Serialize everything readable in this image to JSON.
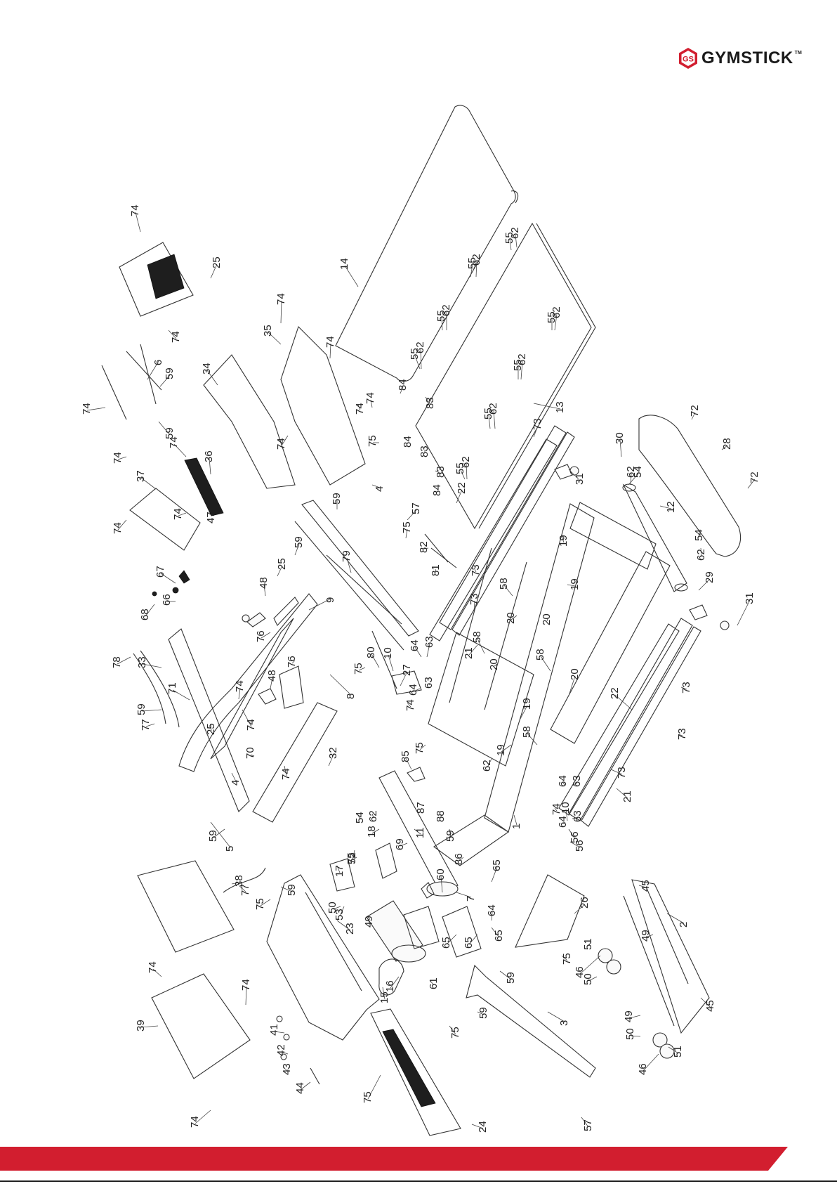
{
  "brand": {
    "name": "GYMSTICK",
    "trademark": "TM",
    "monogram": "GS",
    "accent_color": "#d21e2f",
    "text_color": "#1a1a1a"
  },
  "diagram": {
    "title": "Treadmill exploded parts view",
    "orientation": "rotated 90° (labels read bottom-to-top)",
    "callouts": [
      {
        "id": "c1",
        "label": "1"
      },
      {
        "id": "c2",
        "label": "2"
      },
      {
        "id": "c3",
        "label": "3"
      },
      {
        "id": "c4a",
        "label": "4"
      },
      {
        "id": "c4b",
        "label": "4"
      },
      {
        "id": "c5",
        "label": "5"
      },
      {
        "id": "c6",
        "label": "6"
      },
      {
        "id": "c7",
        "label": "7"
      },
      {
        "id": "c8",
        "label": "8"
      },
      {
        "id": "c9",
        "label": "9"
      },
      {
        "id": "c10a",
        "label": "10"
      },
      {
        "id": "c10b",
        "label": "10"
      },
      {
        "id": "c11",
        "label": "11"
      },
      {
        "id": "c12",
        "label": "12"
      },
      {
        "id": "c13",
        "label": "13"
      },
      {
        "id": "c14",
        "label": "14"
      },
      {
        "id": "c15",
        "label": "15"
      },
      {
        "id": "c16",
        "label": "16"
      },
      {
        "id": "c17",
        "label": "17"
      },
      {
        "id": "c18",
        "label": "18"
      },
      {
        "id": "c19a",
        "label": "19"
      },
      {
        "id": "c19b",
        "label": "19"
      },
      {
        "id": "c19c",
        "label": "19"
      },
      {
        "id": "c19d",
        "label": "19"
      },
      {
        "id": "c20a",
        "label": "20"
      },
      {
        "id": "c20b",
        "label": "20"
      },
      {
        "id": "c20c",
        "label": "20"
      },
      {
        "id": "c20d",
        "label": "20"
      },
      {
        "id": "c21a",
        "label": "21"
      },
      {
        "id": "c21b",
        "label": "21"
      },
      {
        "id": "c22a",
        "label": "22"
      },
      {
        "id": "c22b",
        "label": "22"
      },
      {
        "id": "c23",
        "label": "23"
      },
      {
        "id": "c24",
        "label": "24"
      },
      {
        "id": "c25a",
        "label": "25"
      },
      {
        "id": "c25b",
        "label": "25"
      },
      {
        "id": "c25c",
        "label": "25"
      },
      {
        "id": "c26",
        "label": "26"
      },
      {
        "id": "c27",
        "label": "27"
      },
      {
        "id": "c28",
        "label": "28"
      },
      {
        "id": "c29",
        "label": "29"
      },
      {
        "id": "c30",
        "label": "30"
      },
      {
        "id": "c31a",
        "label": "31"
      },
      {
        "id": "c31b",
        "label": "31"
      },
      {
        "id": "c32",
        "label": "32"
      },
      {
        "id": "c33",
        "label": "33"
      },
      {
        "id": "c34",
        "label": "34"
      },
      {
        "id": "c35",
        "label": "35"
      },
      {
        "id": "c36",
        "label": "36"
      },
      {
        "id": "c37",
        "label": "37"
      },
      {
        "id": "c38",
        "label": "38"
      },
      {
        "id": "c39",
        "label": "39"
      },
      {
        "id": "c41",
        "label": "41"
      },
      {
        "id": "c42",
        "label": "42"
      },
      {
        "id": "c43",
        "label": "43"
      },
      {
        "id": "c44",
        "label": "44"
      },
      {
        "id": "c45a",
        "label": "45"
      },
      {
        "id": "c45b",
        "label": "45"
      },
      {
        "id": "c46a",
        "label": "46"
      },
      {
        "id": "c46b",
        "label": "46"
      },
      {
        "id": "c47",
        "label": "47"
      },
      {
        "id": "c48a",
        "label": "48"
      },
      {
        "id": "c48b",
        "label": "48"
      },
      {
        "id": "c49a",
        "label": "49"
      },
      {
        "id": "c49b",
        "label": "49"
      },
      {
        "id": "c49c",
        "label": "49"
      },
      {
        "id": "c50a",
        "label": "50"
      },
      {
        "id": "c50b",
        "label": "50"
      },
      {
        "id": "c50c",
        "label": "50"
      },
      {
        "id": "c51a",
        "label": "51"
      },
      {
        "id": "c51b",
        "label": "51"
      },
      {
        "id": "c52",
        "label": "52"
      },
      {
        "id": "c53",
        "label": "53"
      },
      {
        "id": "c54a",
        "label": "54"
      },
      {
        "id": "c54b",
        "label": "54"
      },
      {
        "id": "c54c",
        "label": "54"
      },
      {
        "id": "c55a",
        "label": "55"
      },
      {
        "id": "c55b",
        "label": "55"
      },
      {
        "id": "c55c",
        "label": "55"
      },
      {
        "id": "c55d",
        "label": "55"
      },
      {
        "id": "c55e",
        "label": "55"
      },
      {
        "id": "c55f",
        "label": "55"
      },
      {
        "id": "c55g",
        "label": "55"
      },
      {
        "id": "c55h",
        "label": "55"
      },
      {
        "id": "c56a",
        "label": "56"
      },
      {
        "id": "c56b",
        "label": "56"
      },
      {
        "id": "c57a",
        "label": "57"
      },
      {
        "id": "c57b",
        "label": "57"
      },
      {
        "id": "c58a",
        "label": "58"
      },
      {
        "id": "c58b",
        "label": "58"
      },
      {
        "id": "c58c",
        "label": "58"
      },
      {
        "id": "c58d",
        "label": "58"
      },
      {
        "id": "c59a",
        "label": "59"
      },
      {
        "id": "c59b",
        "label": "59"
      },
      {
        "id": "c59c",
        "label": "59"
      },
      {
        "id": "c59d",
        "label": "59"
      },
      {
        "id": "c59e",
        "label": "59"
      },
      {
        "id": "c59f",
        "label": "59"
      },
      {
        "id": "c59g",
        "label": "59"
      },
      {
        "id": "c59h",
        "label": "59"
      },
      {
        "id": "c59i",
        "label": "59"
      },
      {
        "id": "c59j",
        "label": "59"
      },
      {
        "id": "c60",
        "label": "60"
      },
      {
        "id": "c61",
        "label": "61"
      },
      {
        "id": "c62a",
        "label": "62"
      },
      {
        "id": "c62b",
        "label": "62"
      },
      {
        "id": "c62c",
        "label": "62"
      },
      {
        "id": "c62d",
        "label": "62"
      },
      {
        "id": "c62e",
        "label": "62"
      },
      {
        "id": "c62f",
        "label": "62"
      },
      {
        "id": "c62g",
        "label": "62"
      },
      {
        "id": "c62h",
        "label": "62"
      },
      {
        "id": "c62i",
        "label": "62"
      },
      {
        "id": "c62j",
        "label": "62"
      },
      {
        "id": "c62k",
        "label": "62"
      },
      {
        "id": "c62l",
        "label": "62"
      },
      {
        "id": "c63a",
        "label": "63"
      },
      {
        "id": "c63b",
        "label": "63"
      },
      {
        "id": "c63c",
        "label": "63"
      },
      {
        "id": "c63d",
        "label": "63"
      },
      {
        "id": "c64a",
        "label": "64"
      },
      {
        "id": "c64b",
        "label": "64"
      },
      {
        "id": "c64c",
        "label": "64"
      },
      {
        "id": "c64d",
        "label": "64"
      },
      {
        "id": "c64e",
        "label": "64"
      },
      {
        "id": "c65a",
        "label": "65"
      },
      {
        "id": "c65b",
        "label": "65"
      },
      {
        "id": "c65c",
        "label": "65"
      },
      {
        "id": "c65d",
        "label": "65"
      },
      {
        "id": "c66",
        "label": "66"
      },
      {
        "id": "c67",
        "label": "67"
      },
      {
        "id": "c68",
        "label": "68"
      },
      {
        "id": "c69",
        "label": "69"
      },
      {
        "id": "c70",
        "label": "70"
      },
      {
        "id": "c71",
        "label": "71"
      },
      {
        "id": "c72a",
        "label": "72"
      },
      {
        "id": "c72b",
        "label": "72"
      },
      {
        "id": "c73a",
        "label": "73"
      },
      {
        "id": "c73b",
        "label": "73"
      },
      {
        "id": "c73c",
        "label": "73"
      },
      {
        "id": "c73d",
        "label": "73"
      },
      {
        "id": "c73e",
        "label": "73"
      },
      {
        "id": "c73f",
        "label": "73"
      },
      {
        "id": "c74a",
        "label": "74"
      },
      {
        "id": "c74b",
        "label": "74"
      },
      {
        "id": "c74c",
        "label": "74"
      },
      {
        "id": "c74d",
        "label": "74"
      },
      {
        "id": "c74e",
        "label": "74"
      },
      {
        "id": "c74f",
        "label": "74"
      },
      {
        "id": "c74g",
        "label": "74"
      },
      {
        "id": "c74h",
        "label": "74"
      },
      {
        "id": "c74i",
        "label": "74"
      },
      {
        "id": "c74j",
        "label": "74"
      },
      {
        "id": "c74k",
        "label": "74"
      },
      {
        "id": "c74l",
        "label": "74"
      },
      {
        "id": "c74m",
        "label": "74"
      },
      {
        "id": "c74n",
        "label": "74"
      },
      {
        "id": "c74o",
        "label": "74"
      },
      {
        "id": "c74p",
        "label": "74"
      },
      {
        "id": "c74q",
        "label": "74"
      },
      {
        "id": "c74r",
        "label": "74"
      },
      {
        "id": "c74s",
        "label": "74"
      },
      {
        "id": "c74t",
        "label": "74"
      },
      {
        "id": "c75a",
        "label": "75"
      },
      {
        "id": "c75b",
        "label": "75"
      },
      {
        "id": "c75c",
        "label": "75"
      },
      {
        "id": "c75d",
        "label": "75"
      },
      {
        "id": "c75e",
        "label": "75"
      },
      {
        "id": "c75f",
        "label": "75"
      },
      {
        "id": "c75g",
        "label": "75"
      },
      {
        "id": "c75h",
        "label": "75"
      },
      {
        "id": "c75i",
        "label": "75"
      },
      {
        "id": "c76a",
        "label": "76"
      },
      {
        "id": "c76b",
        "label": "76"
      },
      {
        "id": "c77a",
        "label": "77"
      },
      {
        "id": "c77b",
        "label": "77"
      },
      {
        "id": "c78",
        "label": "78"
      },
      {
        "id": "c79",
        "label": "79"
      },
      {
        "id": "c80",
        "label": "80"
      },
      {
        "id": "c81",
        "label": "81"
      },
      {
        "id": "c82",
        "label": "82"
      },
      {
        "id": "c83a",
        "label": "83"
      },
      {
        "id": "c83b",
        "label": "83"
      },
      {
        "id": "c83c",
        "label": "83"
      },
      {
        "id": "c84a",
        "label": "84"
      },
      {
        "id": "c84b",
        "label": "84"
      },
      {
        "id": "c84c",
        "label": "84"
      },
      {
        "id": "c85",
        "label": "85"
      },
      {
        "id": "c86",
        "label": "86"
      },
      {
        "id": "c87",
        "label": "87"
      },
      {
        "id": "c88",
        "label": "88"
      }
    ]
  }
}
